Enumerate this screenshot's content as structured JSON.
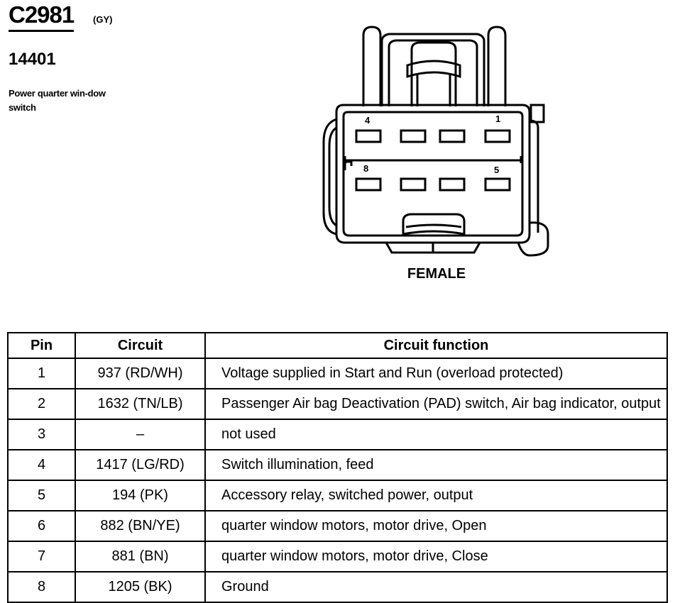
{
  "connector": {
    "id": "C2981",
    "color": "(GY)",
    "part_number": "14401",
    "description": "Power quarter win-dow switch"
  },
  "diagram": {
    "view": "FEMALE",
    "pin_labels": {
      "p4": "4",
      "p1": "1",
      "p8": "8",
      "p5": "5"
    }
  },
  "table": {
    "headers": {
      "pin": "Pin",
      "circuit": "Circuit",
      "function": "Circuit function"
    },
    "rows": [
      {
        "pin": "1",
        "circuit": "937 (RD/WH)",
        "function": "Voltage supplied in Start and Run (overload protected)"
      },
      {
        "pin": "2",
        "circuit": "1632 (TN/LB)",
        "function": "Passenger Air bag Deactivation (PAD) switch, Air bag indicator, output"
      },
      {
        "pin": "3",
        "circuit": "–",
        "function": "not used"
      },
      {
        "pin": "4",
        "circuit": "1417 (LG/RD)",
        "function": "Switch illumination, feed"
      },
      {
        "pin": "5",
        "circuit": "194 (PK)",
        "function": "Accessory relay, switched power, output"
      },
      {
        "pin": "6",
        "circuit": "882 (BN/YE)",
        "function": "quarter window motors, motor drive, Open"
      },
      {
        "pin": "7",
        "circuit": "881 (BN)",
        "function": "quarter window motors, motor drive, Close"
      },
      {
        "pin": "8",
        "circuit": "1205 (BK)",
        "function": "Ground"
      }
    ]
  }
}
